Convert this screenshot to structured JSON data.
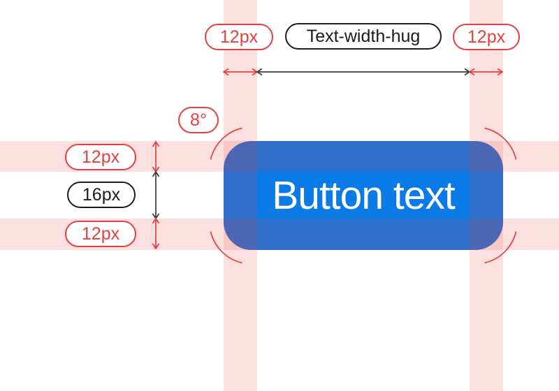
{
  "button": {
    "label": "Button text"
  },
  "annotations": {
    "top": {
      "padding_left": {
        "label": "12px"
      },
      "width_mode": {
        "label": "Text-width-hug"
      },
      "padding_right": {
        "label": "12px"
      }
    },
    "left": {
      "padding_top": {
        "label": "12px"
      },
      "content_height": {
        "label": "16px"
      },
      "padding_bottom": {
        "label": "12px"
      }
    },
    "corner_radius": {
      "label": "8°"
    }
  },
  "colors": {
    "button_blue": "#0A7AE6",
    "button_text": "#FFFFFF",
    "accent_red": "#E5403D",
    "pill_black": "#1C1C1E",
    "arrow_black": "#3A3A3C",
    "band_red": "rgba(235,64,64,0.16)"
  }
}
